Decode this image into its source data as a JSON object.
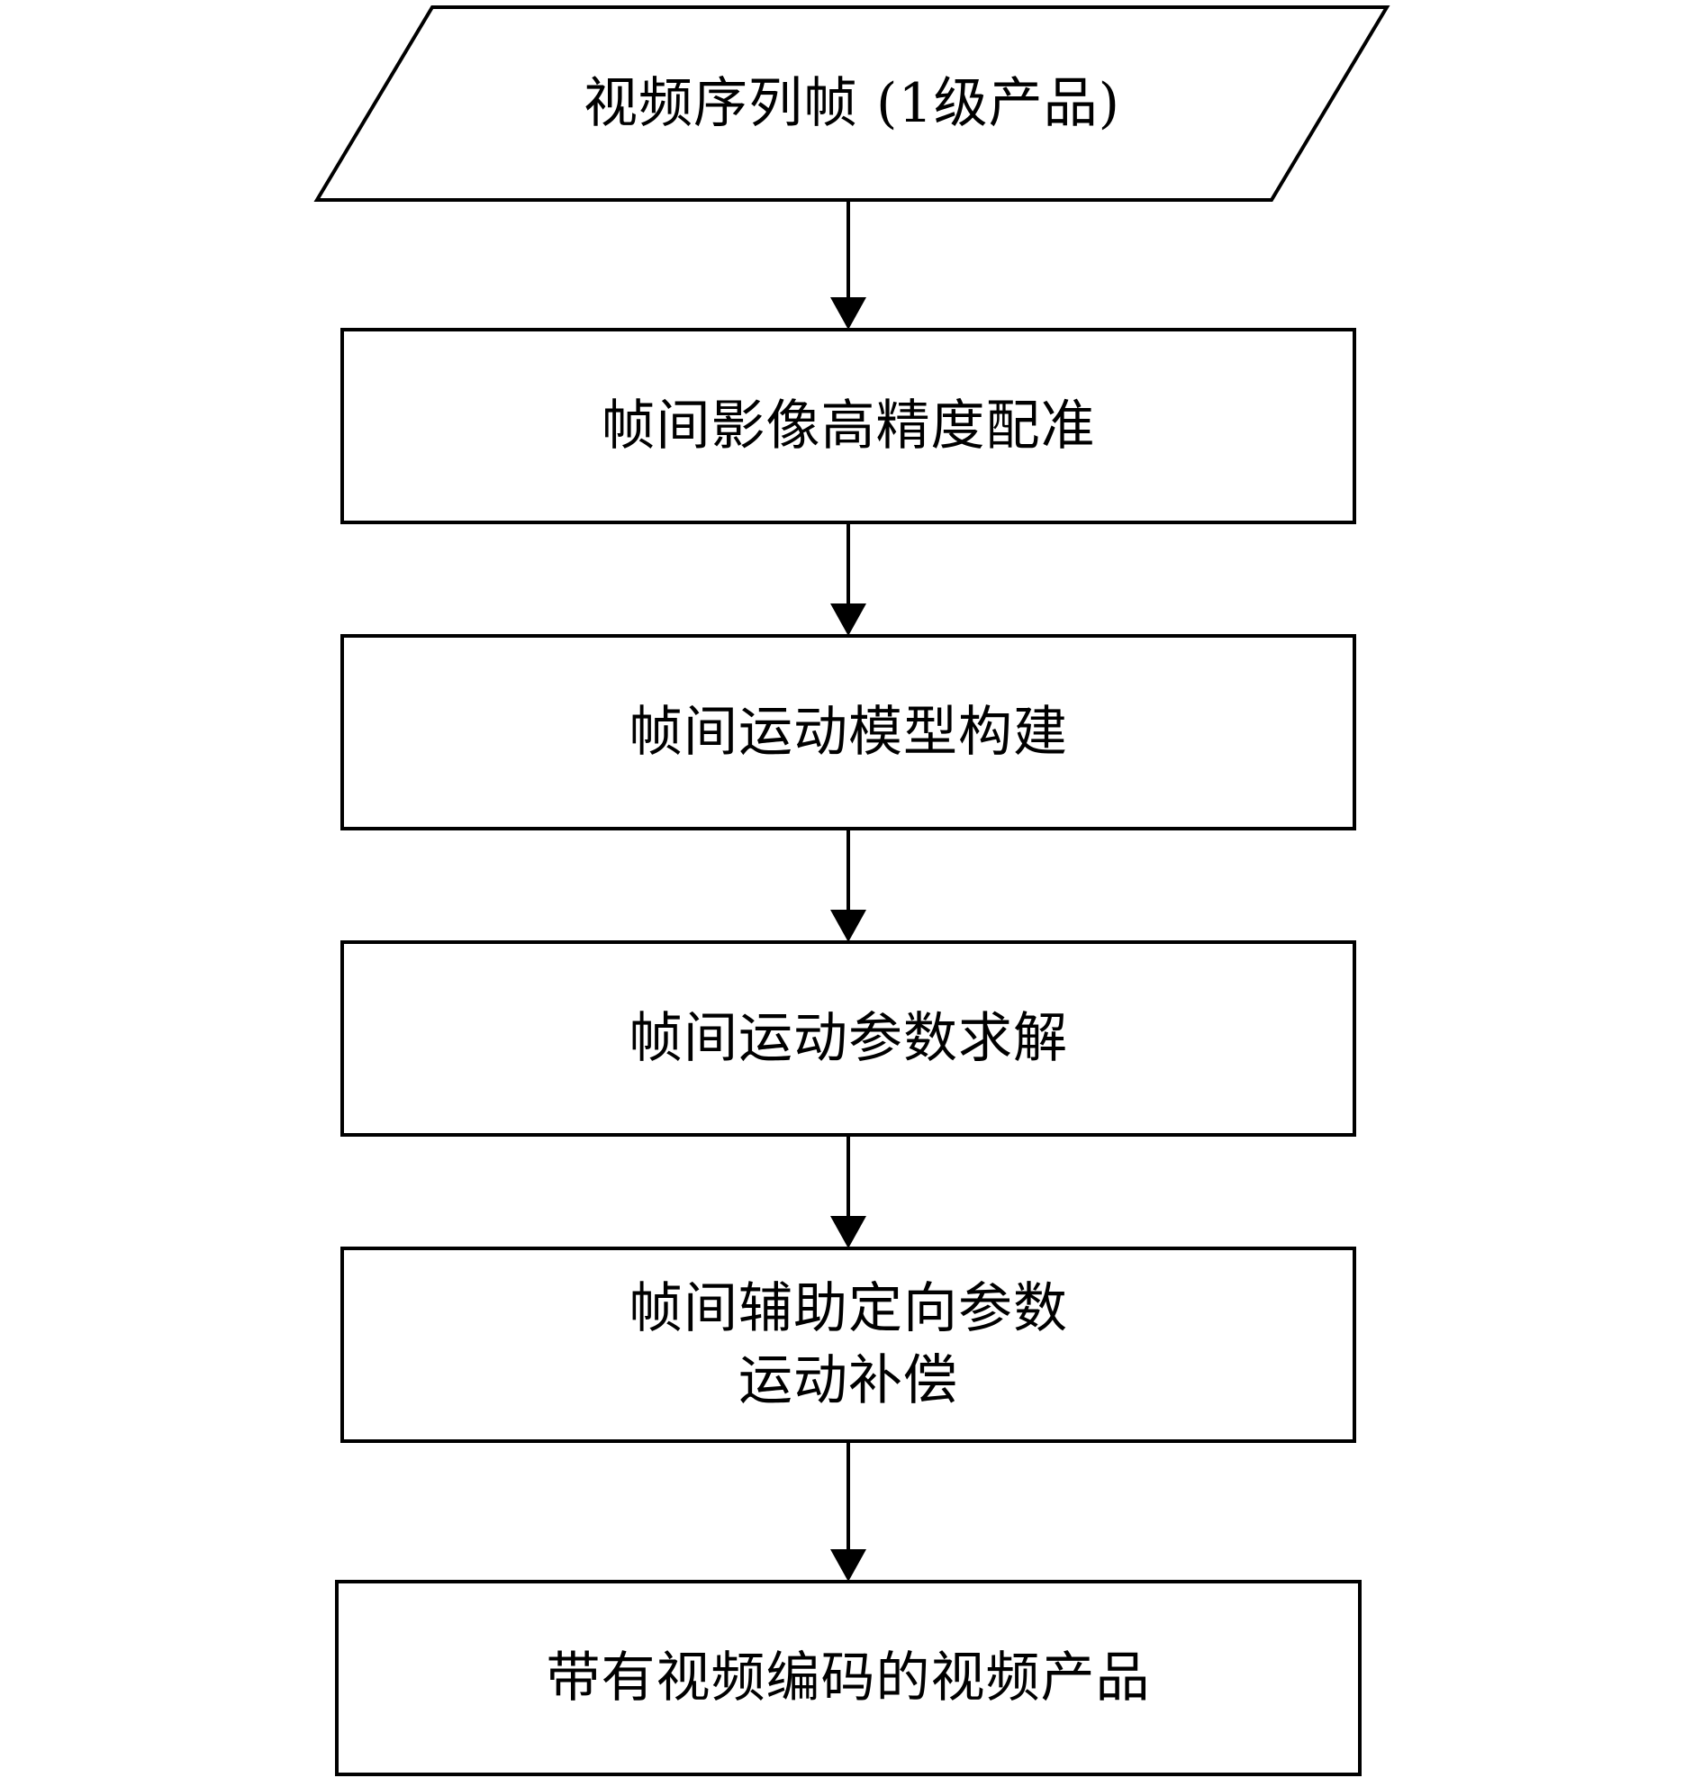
{
  "flowchart": {
    "colors": {
      "stroke": "#000000",
      "fill": "#ffffff",
      "text": "#000000"
    },
    "nodes": [
      {
        "id": "input",
        "shape": "parallelogram",
        "lines": [
          "视频序列帧 (1级产品)"
        ]
      },
      {
        "id": "registration",
        "shape": "rectangle",
        "lines": [
          "帧间影像高精度配准"
        ]
      },
      {
        "id": "motion-model",
        "shape": "rectangle",
        "lines": [
          "帧间运动模型构建"
        ]
      },
      {
        "id": "motion-params",
        "shape": "rectangle",
        "lines": [
          "帧间运动参数求解"
        ]
      },
      {
        "id": "compensation",
        "shape": "rectangle",
        "lines": [
          "帧间辅助定向参数",
          "运动补偿"
        ]
      },
      {
        "id": "output",
        "shape": "rectangle",
        "lines": [
          "带有视频编码的视频产品"
        ]
      }
    ],
    "edges": [
      {
        "from": "input",
        "to": "registration"
      },
      {
        "from": "registration",
        "to": "motion-model"
      },
      {
        "from": "motion-model",
        "to": "motion-params"
      },
      {
        "from": "motion-params",
        "to": "compensation"
      },
      {
        "from": "compensation",
        "to": "output"
      }
    ]
  }
}
